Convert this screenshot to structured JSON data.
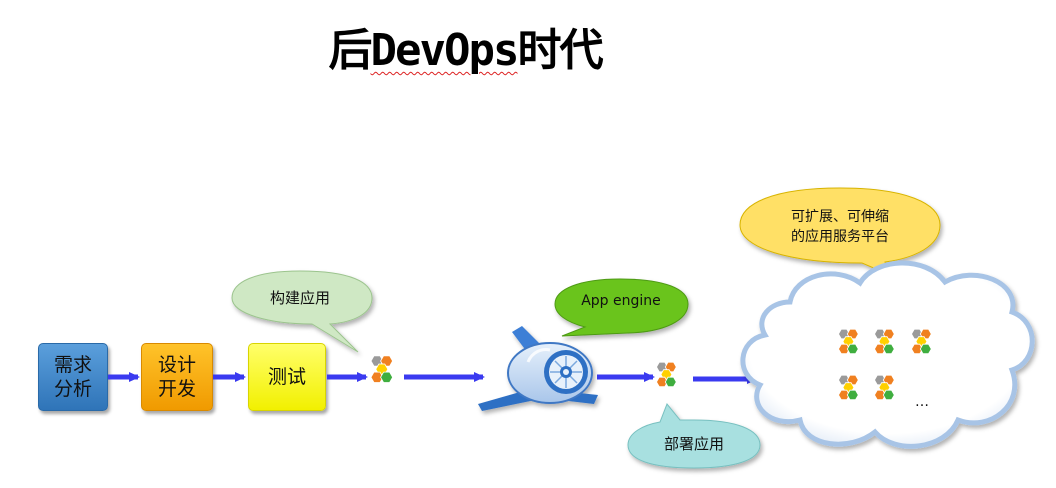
{
  "title": {
    "prefix": "后",
    "middle": "DevOps",
    "suffix": "时代"
  },
  "steps": [
    {
      "label": "需求\n分析",
      "color": "#3f86c8"
    },
    {
      "label": "设计\n开发",
      "color": "#f5a800"
    },
    {
      "label": "测试",
      "color": "#ffff20"
    }
  ],
  "callouts": {
    "build": "构建应用",
    "engine": "App engine",
    "deploy": "部署应用",
    "platform_line1": "可扩展、可伸缩",
    "platform_line2": "的应用服务平台"
  },
  "cloud_ellipsis": "…",
  "colors": {
    "arrow": "#3a3af0",
    "hex_gray": "#9a9a9a",
    "hex_orange": "#f08020",
    "hex_yellow": "#ffd000",
    "hex_green": "#3fae3f",
    "bubble_build": "#cfe8c4",
    "bubble_engine": "#6ac41e",
    "bubble_deploy": "#a8e0e0",
    "bubble_platform": "#ffe066"
  },
  "icons": [
    "module-cluster-icon",
    "app-engine-logo",
    "cloud-icon",
    "arrow-right-icon"
  ]
}
